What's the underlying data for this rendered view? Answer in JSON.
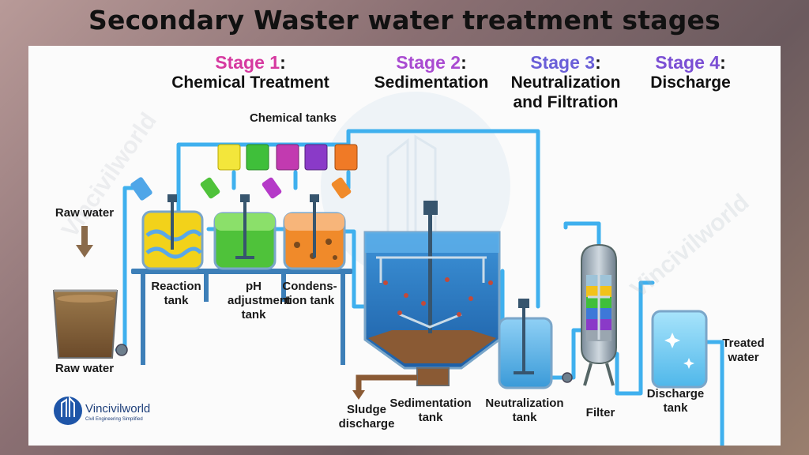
{
  "title": "Secondary Waster water treatment stages",
  "stages": [
    {
      "prefix": "Stage",
      "number": "1",
      "name": "Chemical Treatment",
      "color": "#d63aa0"
    },
    {
      "prefix": "Stage",
      "number": "2",
      "name": "Sedimentation",
      "color": "#a94bd1"
    },
    {
      "prefix": "Stage",
      "number": "3",
      "name": "Neutralization and Filtration",
      "color": "#6a5fd8"
    },
    {
      "prefix": "Stage",
      "number": "4",
      "name": "Discharge",
      "color": "#7b4fd4"
    }
  ],
  "labels": {
    "chemical_tanks": "Chemical tanks",
    "raw_water_top": "Raw water",
    "raw_water_bottom": "Raw water",
    "reaction_tank": "Reaction tank",
    "ph_tank": "pH adjustment tank",
    "condensation_tank": "Condens- tion tank",
    "sludge_discharge": "Sludge discharge",
    "sedimentation_tank": "Sedimentation tank",
    "neutralization_tank": "Neutralization tank",
    "filter": "Filter",
    "discharge_tank": "Discharge tank",
    "treated_water": "Treated water"
  },
  "logo": {
    "name": "Vincivilworld",
    "tagline": "Civil Engineering Simplified"
  },
  "watermark": "Vincivilworld",
  "colors": {
    "pipe": "#3fb0ee",
    "reaction": "#f2d21a",
    "ph": "#4fc23a",
    "condensation": "#f08a2a",
    "sediment_water": "#2f7ec6",
    "sludge": "#8a5a34"
  }
}
